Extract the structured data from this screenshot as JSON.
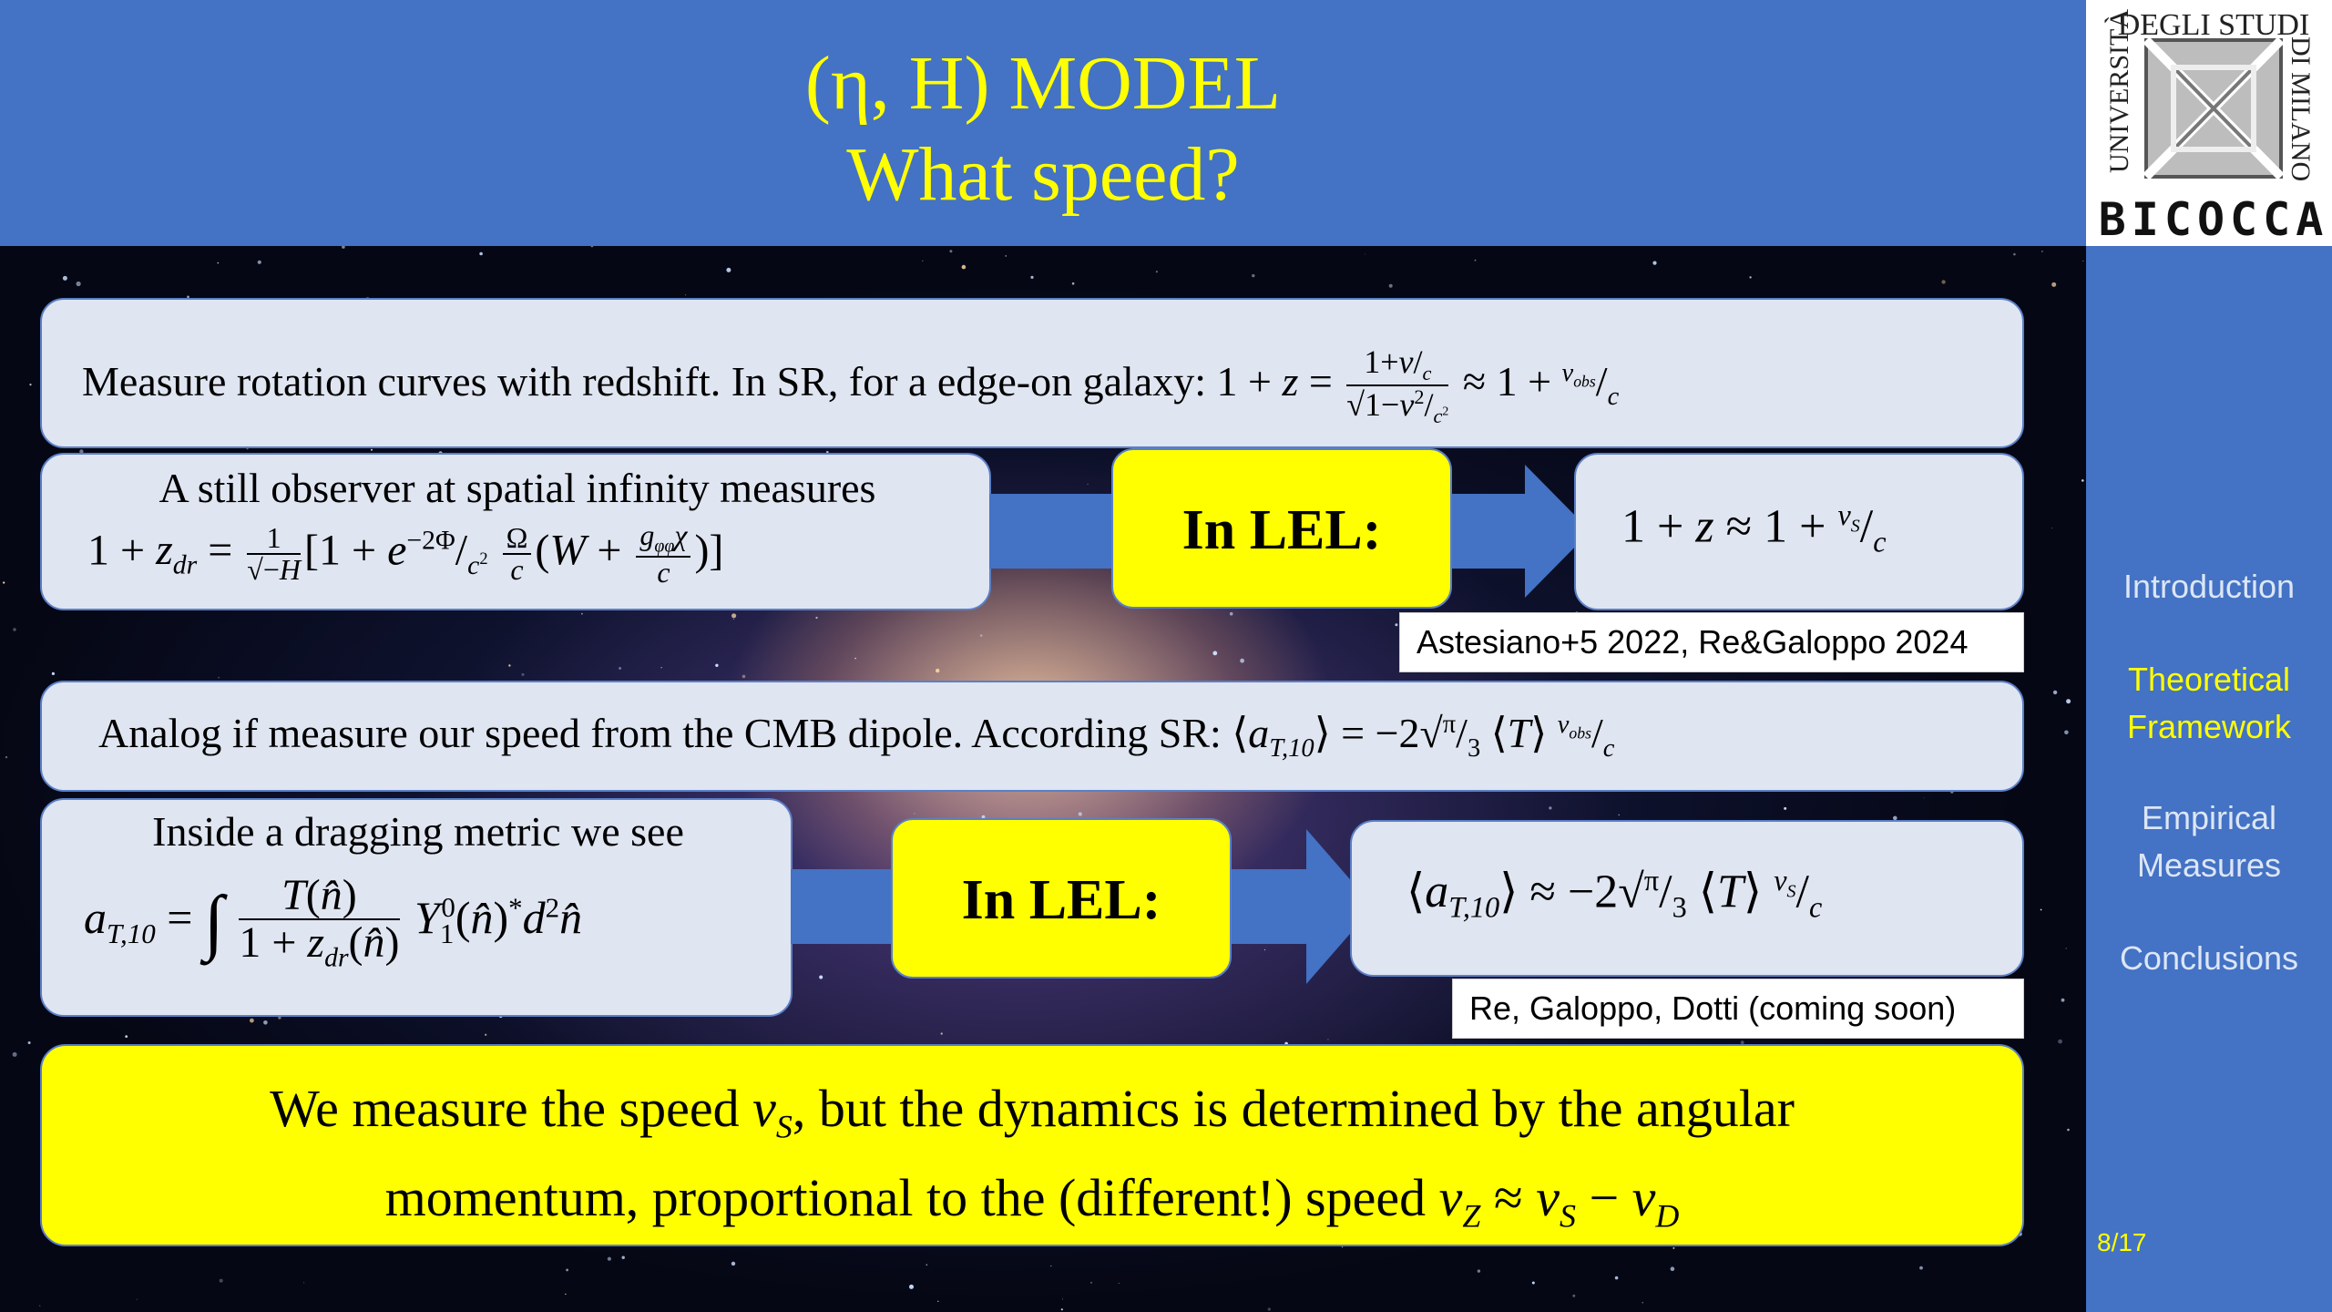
{
  "header": {
    "title_line1": "(η, H) MODEL",
    "title_line2": "What speed?"
  },
  "logo": {
    "top_text": "DEGLI STUDI",
    "side_left": "UNIVERSITÀ",
    "side_right": "DI MILANO",
    "bottom_text": "BICOCCA"
  },
  "sidebar": {
    "items": [
      {
        "label": "Introduction",
        "active": false
      },
      {
        "label": "Theoretical Framework",
        "active": true
      },
      {
        "label": "Empirical Measures",
        "active": false
      },
      {
        "label": "Conclusions",
        "active": false
      }
    ],
    "page_number": "8/17"
  },
  "colors": {
    "header_bg": "#4472c4",
    "accent_yellow": "#ffff00",
    "box_bg": "#dfe5f1",
    "arrow_blue": "#4472c4"
  },
  "content": {
    "row1_text": "Measure rotation curves with redshift. In SR, for a edge-on galaxy: ",
    "row2_left_line1": "A still observer at spatial infinity measures",
    "lel_label_1": "In LEL:",
    "citation_1": "Astesiano+5 2022, Re&Galoppo 2024",
    "row3_text": "Analog if measure our speed from the CMB dipole. According SR: ",
    "row4_left_line1": "Inside a dragging metric we see",
    "lel_label_2": "In LEL:",
    "citation_2": "Re, Galoppo, Dotti (coming soon)",
    "bottom_line1_a": "We measure the speed ",
    "bottom_line1_b": ", but the dynamics is determined by the angular",
    "bottom_line2_a": "momentum, proportional to the (different!) speed "
  }
}
